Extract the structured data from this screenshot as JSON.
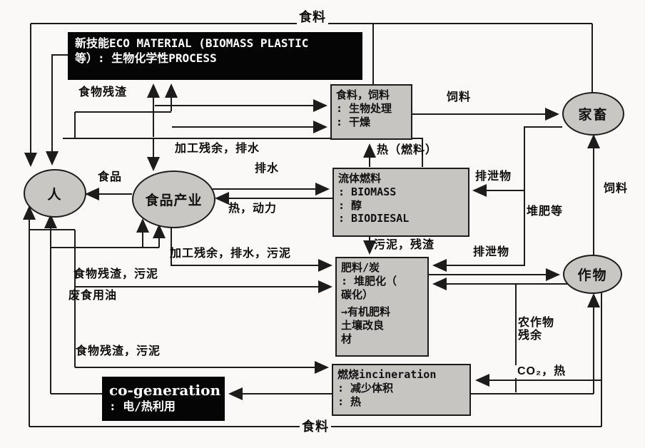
{
  "colors": {
    "background": "#faf9f7",
    "node_fill": "#c9c7c4",
    "box_fill": "#c6c5c2",
    "black_box": "#050505",
    "line": "#1c1c1c"
  },
  "nodes": {
    "person": "人",
    "food_industry": "食品产业",
    "livestock": "家畜",
    "crops": "作物"
  },
  "boxes": {
    "eco_material": {
      "lines": [
        "新技能ECO MATERIAL (BIOMASS PLASTIC",
        "等）: 生物化学性PROCESS"
      ]
    },
    "feed": {
      "lines": [
        "食料，饲料",
        ": 生物处理",
        ": 干燥"
      ]
    },
    "fluid_fuel": {
      "lines": [
        "流体燃料",
        ": BIOMASS",
        ": 醇",
        ": BIODIESAL"
      ]
    },
    "fertilizer": {
      "lines": [
        "肥料/炭",
        ": 堆肥化（",
        "  碳化）",
        "→有机肥料",
        "  土壤改良",
        "  材"
      ]
    },
    "incineration": {
      "lines": [
        "燃烧incineration",
        ": 减少体积",
        ": 热"
      ]
    },
    "cogeneration": {
      "title": "co-generation",
      "subtitle": ": 电/热利用"
    }
  },
  "edge_labels": {
    "food_top": "食料",
    "food_bottom": "食料",
    "food_residue_top": "食物残渣",
    "feed_to_livestock": "饲料",
    "processing_residue_drainage": "加工残余，排水",
    "drainage": "排水",
    "heat_fuel": "热（燃料）",
    "excrement_upper": "排泄物",
    "food_to_person": "食品",
    "heat_power": "热，动力",
    "compost_etc": "堆肥等",
    "feed_from_crops": "饲料",
    "sludge_residue": "污泥，残渣",
    "excrement_lower": "排泄物",
    "processing_residue_drainage_sludge": "加工残余，排水，污泥",
    "food_residue_sludge_mid": "食物残渣，污泥",
    "waste_cooking_oil": "废食用油",
    "crop_residue": "农作物\n残余",
    "food_residue_sludge_bottom": "食物残渣，污泥",
    "co2_heat": "CO₂，热"
  }
}
